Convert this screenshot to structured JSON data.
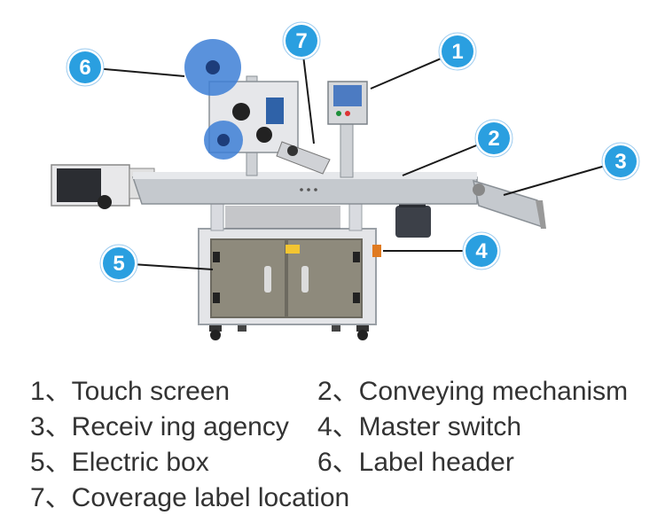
{
  "colors": {
    "callout": "#2a9fe0",
    "callout_ring": "#ffffff",
    "leader": "#1a1a1a",
    "frame": "#d9dbe0",
    "cabinet": "#8e8a7c",
    "conveyor": "#bfc3c8",
    "text": "#333333"
  },
  "callouts": [
    {
      "num": "1"
    },
    {
      "num": "2"
    },
    {
      "num": "3"
    },
    {
      "num": "4"
    },
    {
      "num": "5"
    },
    {
      "num": "6"
    },
    {
      "num": "7"
    }
  ],
  "legend": [
    {
      "text": "1、Touch screen"
    },
    {
      "text": "2、Conveying mechanism"
    },
    {
      "text": "3、Receiv ing agency"
    },
    {
      "text": "4、Master switch"
    },
    {
      "text": "5、Electric box"
    },
    {
      "text": "6、Label header"
    },
    {
      "text": "7、Coverage label location"
    }
  ]
}
